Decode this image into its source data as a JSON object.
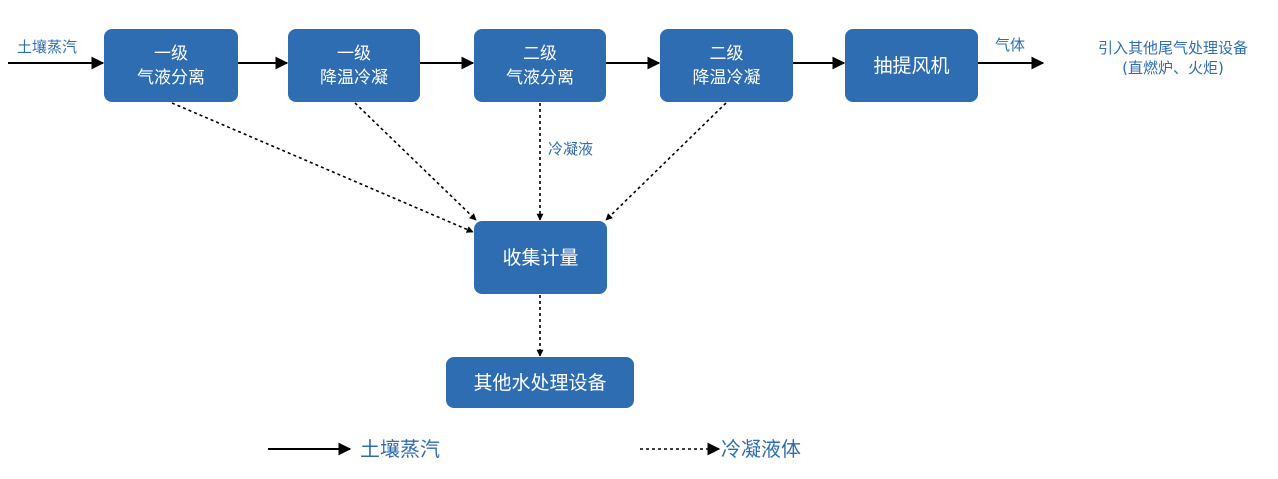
{
  "diagram": {
    "input_label": "土壤蒸汽",
    "gas_label": "气体",
    "condensate_label": "冷凝液",
    "destination": {
      "line1": "引入其他尾气处理设备",
      "line2": "(直燃炉、火炬)"
    },
    "nodes": {
      "stage1_separation": {
        "line1": "一级",
        "line2": "气液分离"
      },
      "stage1_cooling": {
        "line1": "一级",
        "line2": "降温冷凝"
      },
      "stage2_separation": {
        "line1": "二级",
        "line2": "气液分离"
      },
      "stage2_cooling": {
        "line1": "二级",
        "line2": "降温冷凝"
      },
      "extraction_fan": {
        "label": "抽提风机"
      },
      "collection_metering": {
        "label": "收集计量"
      },
      "other_water_equipment": {
        "label": "其他水处理设备"
      }
    },
    "legend": {
      "solid_label": "土壤蒸汽",
      "dotted_label": "冷凝液体"
    },
    "colors": {
      "box_fill": "#2f6db3",
      "box_text": "#ffffff",
      "label_text": "#2f6db3",
      "line": "#000000"
    }
  }
}
